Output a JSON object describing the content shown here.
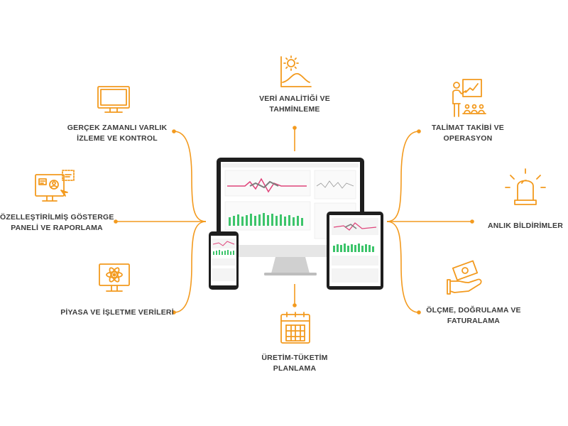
{
  "colors": {
    "accent": "#f39a1e",
    "text": "#3b3b3b",
    "device": "#1e1e1e",
    "screen_bg": "#ffffff",
    "chart_green": "#3cc46a",
    "chart_pink": "#e0457b"
  },
  "nodes": {
    "top": {
      "lines": [
        "VERİ ANALİTİĞİ VE",
        "TAHMİNLEME"
      ],
      "icon": "sun-chart-icon"
    },
    "top_left": {
      "lines": [
        "GERÇEK ZAMANLI VARLIK",
        "İZLEME VE KONTROL"
      ],
      "icon": "monitor-icon"
    },
    "mid_left": {
      "lines": [
        "ÖZELLEŞTİRİLMİŞ GÖSTERGE",
        "PANELİ VE RAPORLAMA"
      ],
      "icon": "dashboard-user-icon"
    },
    "bottom_left": {
      "lines": [
        "PİYASA VE İŞLETME VERİLERİ"
      ],
      "icon": "atom-monitor-icon"
    },
    "top_right": {
      "lines": [
        "TALİMAT TAKİBİ VE",
        "OPERASYON"
      ],
      "icon": "presentation-icon"
    },
    "mid_right": {
      "lines": [
        "ANLIK BİLDİRİMLER"
      ],
      "icon": "alarm-light-icon"
    },
    "bottom_right": {
      "lines": [
        "ÖLÇME, DOĞRULAMA VE",
        "FATURALAMA"
      ],
      "icon": "money-hand-icon"
    },
    "bottom": {
      "lines": [
        "ÜRETİM-TÜKETİM",
        "PLANLAMA"
      ],
      "icon": "calendar-icon"
    }
  }
}
